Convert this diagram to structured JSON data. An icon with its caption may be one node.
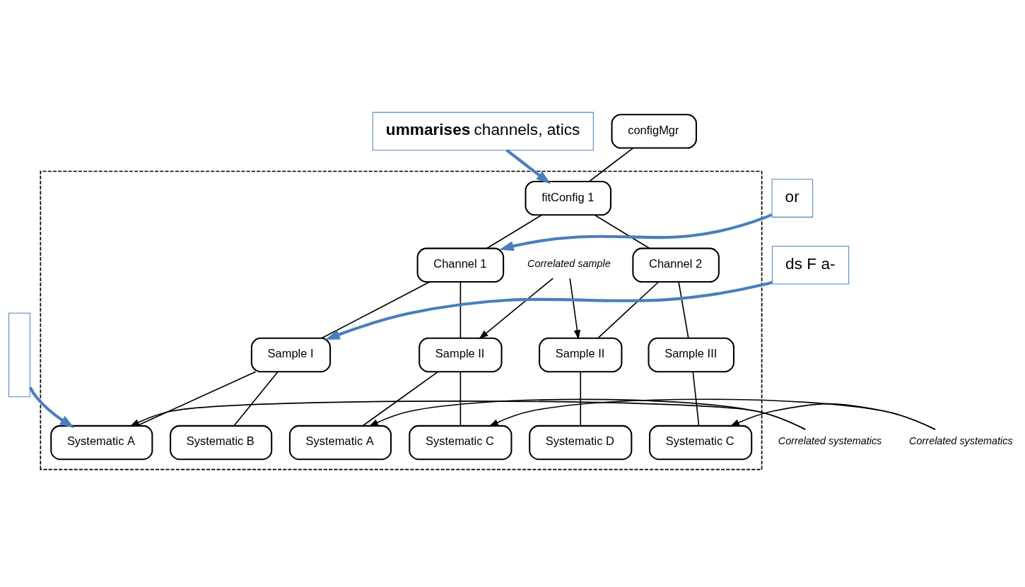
{
  "diagram": {
    "nodes": [
      {
        "text": [
          "**ummarises** channels, atics"
        ]
      },
      {
        "text": [
          "or"
        ]
      },
      {
        "text": [
          "ds F a-"
        ]
      },
      {
        "text": [],
        "shape": "box"
      },
      {
        "text": [
          "configMgr"
        ]
      },
      {
        "text": [],
        "shape": "box"
      },
      {
        "text": [
          "fitConfig 1"
        ],
        "in": 5
      },
      {
        "text": [
          "Channel 1"
        ],
        "in": 5
      },
      {
        "text": [
          "Channel 2"
        ],
        "in": 5
      },
      {
        "text": [
          "Sample I"
        ],
        "in": 5
      },
      {
        "text": [
          "Sample II"
        ],
        "in": 5
      },
      {
        "text": [
          "Sample II"
        ],
        "in": 5
      },
      {
        "text": [
          "Sample III"
        ],
        "in": 5
      },
      {
        "text": [
          "Systematic A"
        ],
        "in": 5
      },
      {
        "text": [
          "Systematic B"
        ],
        "in": 5
      },
      {
        "text": [
          "Systematic A"
        ],
        "in": 5
      },
      {
        "text": [
          "Systematic C"
        ],
        "in": 5
      },
      {
        "text": [
          "Systematic D"
        ],
        "in": 5
      },
      {
        "text": [
          "Systematic C"
        ],
        "in": 5
      },
      {
        "text": [
          "Correlated sample"
        ],
        "in": 5
      },
      {
        "text": [
          "Correlated systematics"
        ]
      },
      {
        "text": [
          "Correlated systematics"
        ]
      }
    ],
    "edges": [
      {
        "from": 0,
        "to": 6,
        "arrow": "to",
        "style": "thick",
        "color": "#4a7ebb"
      },
      {
        "from": 1,
        "to": 7,
        "arrow": "to",
        "style": "thick",
        "color": "#4a7ebb"
      },
      {
        "from": 2,
        "to": 9,
        "arrow": "to",
        "style": "thick",
        "color": "#4a7ebb"
      },
      {
        "from": 3,
        "to": 13,
        "arrow": "to",
        "style": "thick",
        "color": "#4a7ebb"
      },
      {
        "from": 4,
        "to": 6,
        "arrow": "none"
      },
      {
        "from": 6,
        "to": 7,
        "arrow": "none"
      },
      {
        "from": 6,
        "to": 8,
        "arrow": "none"
      },
      {
        "from": 7,
        "to": 9,
        "arrow": "none"
      },
      {
        "from": 7,
        "to": 10,
        "arrow": "none"
      },
      {
        "from": 8,
        "to": 11,
        "arrow": "none"
      },
      {
        "from": 8,
        "to": 12,
        "arrow": "none"
      },
      {
        "from": 9,
        "to": 13,
        "arrow": "none"
      },
      {
        "from": 9,
        "to": 14,
        "arrow": "none"
      },
      {
        "from": 10,
        "to": 15,
        "arrow": "none"
      },
      {
        "from": 10,
        "to": 16,
        "arrow": "none"
      },
      {
        "from": 11,
        "to": 17,
        "arrow": "none"
      },
      {
        "from": 12,
        "to": 18,
        "arrow": "none"
      },
      {
        "from": 19,
        "to": 10,
        "arrow": "to"
      },
      {
        "from": 19,
        "to": 11,
        "arrow": "to"
      },
      {
        "from": 20,
        "to": 13,
        "arrow": "to"
      },
      {
        "from": 20,
        "to": 15,
        "arrow": "to"
      },
      {
        "from": 21,
        "to": 16,
        "arrow": "to"
      },
      {
        "from": 21,
        "to": 18,
        "arrow": "to"
      }
    ]
  }
}
